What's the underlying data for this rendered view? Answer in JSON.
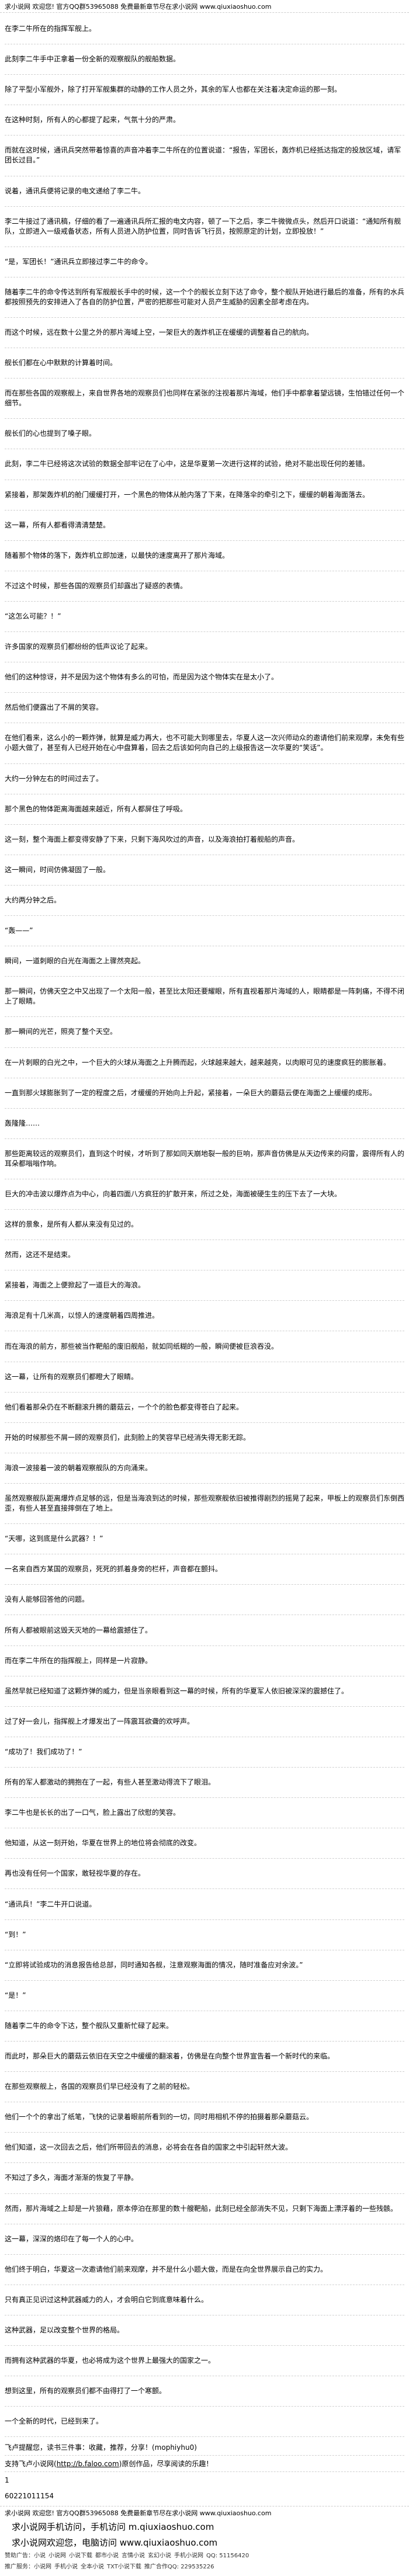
{
  "top_notice": {
    "prefix": "求小说网 欢迎您! 官方QQ群53965088 免费最新章节尽在求小说网 ",
    "url": "www.qiuxiaoshuo.com"
  },
  "chapter": {
    "paragraphs": [
      "在李二牛所在的指挥军舰上。",
      "此刻李二牛手中正拿着一份全新的观察舰队的舰船数据。",
      "除了平型小军舰外，除了打开军舰集群的动静的工作人员之外，其余的军人也都在关注着决定命运的那一刻。",
      "在这种时刻，所有人的心都提了起来，气氛十分的严肃。",
      "而就在这时候，通讯兵突然带着惊喜的声音冲着李二牛所在的位置说道：“报告，军团长，轰炸机已经抵达指定的投放区域，请军团长过目。”",
      "说着，通讯兵便将记录的电文递给了李二牛。",
      "李二牛接过了通讯稿，仔细的看了一遍通讯兵所汇报的电文内容，顿了一下之后，李二牛微微点头，然后开口说道：“通知所有舰队，立即进入一级戒备状态，所有人员进入防护位置，同时告诉飞行员，按照原定的计划，立即投放！”",
      "“是，军团长！”通讯兵立即接过李二牛的命令。",
      "随着李二牛的命令传达到所有军舰舰长手中的时候，这一个个的舰长立刻下达了命令，整个舰队开始进行最后的准备，所有的水兵都按照预先的安排进入了各自的防护位置，严密的把那些可能对人员产生威胁的因素全部考虑在内。",
      "而这个时候，远在数十公里之外的那片海域上空，一架巨大的轰炸机正在缓缓的调整着自己的航向。",
      "舰长们都在心中默默的计算着时间。",
      "而在那些各国的观察舰上，来自世界各地的观察员们也同样在紧张的注视着那片海域，他们手中都拿着望远镜，生怕错过任何一个细节。",
      "舰长们的心也提到了嗓子眼。",
      "此刻，李二牛已经将这次试验的数据全部牢记在了心中，这是华夏第一次进行这样的试验，绝对不能出现任何的差错。",
      "紧接着，那架轰炸机的舱门缓缓打开，一个黑色的物体从舱内落了下来，在降落伞的牵引之下，缓缓的朝着海面落去。",
      "这一幕，所有人都看得清清楚楚。",
      "随着那个物体的落下，轰炸机立即加速，以最快的速度离开了那片海域。",
      "不过这个时候，那些各国的观察员们却露出了疑惑的表情。",
      "“这怎么可能？！”",
      "许多国家的观察员们都纷纷的低声议论了起来。",
      "他们的这种惊讶，并不是因为这个物体有多么的可怕，而是因为这个物体实在是太小了。",
      "然后他们便露出了不屑的笑容。",
      "在他们看来，这么小的一颗炸弹，就算是威力再大，也不可能大到哪里去，华夏人这一次兴师动众的邀请他们前来观摩，未免有些小题大做了，甚至有人已经开始在心中盘算着，回去之后该如何向自己的上级报告这一次华夏的“笑话”。",
      "大约一分钟左右的时间过去了。",
      "那个黑色的物体距离海面越来越近，所有人都屏住了呼吸。",
      "这一刻，整个海面上都变得安静了下来，只剩下海风吹过的声音，以及海浪拍打着舰船的声音。",
      "这一瞬间，时间仿佛凝固了一般。",
      "大约两分钟之后。",
      "“轰——”",
      "瞬间，一道刺眼的白光在海面之上骤然亮起。",
      "那一瞬间，仿佛天空之中又出现了一个太阳一般，甚至比太阳还要耀眼，所有直视着那片海域的人，眼睛都是一阵刺痛，不得不闭上了眼睛。",
      "那一瞬间的光芒，照亮了整个天空。",
      "在一片刺眼的白光之中，一个巨大的火球从海面之上升腾而起，火球越来越大，越来越亮，以肉眼可见的速度疯狂的膨胀着。",
      "一直到那火球膨胀到了一定的程度之后，才缓缓的开始向上升起，紧接着，一朵巨大的蘑菇云便在海面之上缓缓的成形。",
      "轰隆隆……",
      "那些距离较远的观察员们，直到这个时候，才听到了那如同天崩地裂一般的巨响，那声音仿佛是从天边传来的闷雷，震得所有人的耳朵都嗡嗡作响。",
      "巨大的冲击波以爆炸点为中心，向着四面八方疯狂的扩散开来，所过之处，海面被硬生生的压下去了一大块。",
      "这样的景象，是所有人都从来没有见过的。",
      "然而，这还不是结束。",
      "紧接着，海面之上便掀起了一道巨大的海浪。",
      "海浪足有十几米高，以惊人的速度朝着四周推进。",
      "而在海浪的前方，那些被当作靶船的废旧舰船，就如同纸糊的一般，瞬间便被巨浪吞没。",
      "这一幕，让所有的观察员们都瞪大了眼睛。",
      "他们看着那朵仍在不断翻滚升腾的蘑菇云，一个个的脸色都变得苍白了起来。",
      "开始的时候那些不屑一顾的观察员们，此刻脸上的笑容早已经消失得无影无踪。",
      "海浪一波接着一波的朝着观察舰队的方向涌来。",
      "虽然观察舰队距离爆炸点足够的远，但是当海浪到达的时候，那些观察舰依旧被推得剧烈的摇晃了起来，甲板上的观察员们东倒西歪，有些人甚至直接摔倒在了地上。",
      "“天哪，这到底是什么武器？！”",
      "一名来自西方某国的观察员，死死的抓着身旁的栏杆，声音都在颤抖。",
      "没有人能够回答他的问题。",
      "所有人都被眼前这毁天灭地的一幕给震撼住了。",
      "而在李二牛所在的指挥舰上，同样是一片寂静。",
      "虽然早就已经知道了这颗炸弹的威力，但是当亲眼看到这一幕的时候，所有的华夏军人依旧被深深的震撼住了。",
      "过了好一会儿，指挥舰上才爆发出了一阵震耳欲聋的欢呼声。",
      "“成功了！我们成功了！”",
      "所有的军人都激动的拥抱在了一起，有些人甚至激动得流下了眼泪。",
      "李二牛也是长长的出了一口气，脸上露出了欣慰的笑容。",
      "他知道，从这一刻开始，华夏在世界上的地位将会彻底的改变。",
      "再也没有任何一个国家，敢轻视华夏的存在。",
      "“通讯兵！”李二牛开口说道。",
      "“到！”",
      "“立即将试验成功的消息报告给总部，同时通知各舰，注意观察海面的情况，随时准备应对余波。”",
      "“是！”",
      "随着李二牛的命令下达，整个舰队又重新忙碌了起来。",
      "而此时，那朵巨大的蘑菇云依旧在天空之中缓缓的翻滚着，仿佛是在向整个世界宣告着一个新时代的来临。",
      "在那些观察舰上，各国的观察员们早已经没有了之前的轻松。",
      "他们一个个的拿出了纸笔，飞快的记录着眼前所看到的一切，同时用相机不停的拍摄着那朵蘑菇云。",
      "他们知道，这一次回去之后，他们所带回去的消息，必将会在各自的国家之中引起轩然大波。",
      "不知过了多久，海面才渐渐的恢复了平静。",
      "然而，那片海域之上却是一片狼藉，原本停泊在那里的数十艘靶船，此刻已经全部消失不见，只剩下海面上漂浮着的一些残骸。",
      "这一幕，深深的烙印在了每一个人的心中。",
      "他们终于明白，华夏这一次邀请他们前来观摩，并不是什么小题大做，而是在向全世界展示自己的实力。",
      "只有真正见识过这种武器威力的人，才会明白它到底意味着什么。",
      "这种武器，足以改变整个世界的格局。",
      "而拥有这种武器的华夏，也必将成为这个世界上最强大的国家之一。",
      "想到这里，所有的观察员们都不由得打了一个寒颤。",
      "一个全新的时代，已经到来了。"
    ]
  },
  "chapter_end": {
    "reminder": "飞卢提醒您，读书三件事：收藏，推荐，分享！(mophiyhu0)",
    "support_prefix": "支持飞卢小说网(",
    "support_url": "http://b.faloo.com",
    "support_suffix": ")原创作品，尽享阅读的乐趣！",
    "page_num": "1",
    "code": "60221011154"
  },
  "footer": {
    "notice_prefix": "求小说网 欢迎您! 官方QQ群53965088 免费最新章节尽在求小说网 ",
    "notice_url": "www.qiuxiaoshuo.com",
    "mobile_prefix": "求小说网手机访问，手机访问 ",
    "mobile_url": "m.qiuxiaoshuo.com",
    "pc_prefix": "求小说网欢迎您，电脑访问 ",
    "pc_url": "www.qiuxiaoshuo.com",
    "ad_label": "赞助广告：",
    "ad_links": [
      "小说",
      "小说网",
      "小说下载",
      "都市小说",
      "言情小说",
      "玄幻小说",
      "手机小说网"
    ],
    "ad_contact": "QQ: 51156420",
    "promo_label": "推广服务：",
    "promo_links": [
      "小说网",
      "手机小说",
      "全本小说",
      "TXT小说下载"
    ],
    "promo_contact": "推广合作QQ: 229535226"
  }
}
